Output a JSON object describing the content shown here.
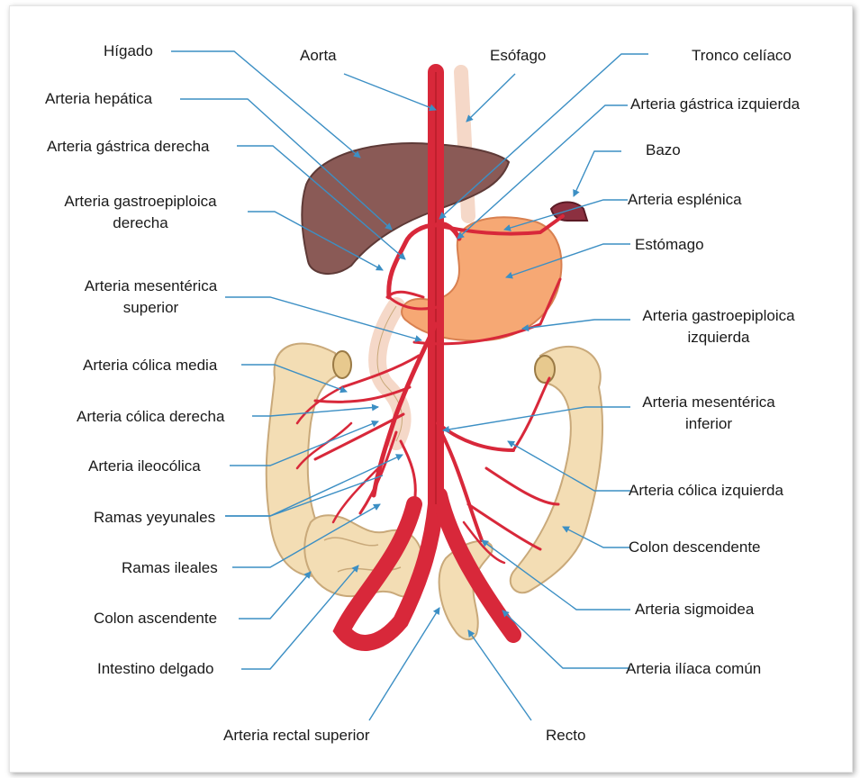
{
  "labels": {
    "higado": "Hígado",
    "aorta": "Aorta",
    "esofago": "Esófago",
    "tronco_celiaco": "Tronco celíaco",
    "arteria_hepatica": "Arteria hepática",
    "arteria_gastrica_izquierda": "Arteria gástrica izquierda",
    "arteria_gastrica_derecha": "Arteria gástrica derecha",
    "bazo": "Bazo",
    "arteria_gastroepiploica_derecha_1": "Arteria gastroepiploica",
    "arteria_gastroepiploica_derecha_2": "derecha",
    "arteria_esplenica": "Arteria esplénica",
    "estomago": "Estómago",
    "arteria_mesenterica_superior_1": "Arteria mesentérica",
    "arteria_mesenterica_superior_2": "superior",
    "arteria_gastroepiploica_izquierda_1": "Arteria gastroepiploica",
    "arteria_gastroepiploica_izquierda_2": "izquierda",
    "arteria_colica_media": "Arteria cólica media",
    "arteria_mesenterica_inferior_1": "Arteria mesentérica",
    "arteria_mesenterica_inferior_2": "inferior",
    "arteria_colica_derecha": "Arteria cólica derecha",
    "arteria_ileocolica": "Arteria ileocólica",
    "arteria_colica_izquierda": "Arteria cólica izquierda",
    "ramas_yeyunales": "Ramas yeyunales",
    "colon_descendente": "Colon descendente",
    "ramas_ileales": "Ramas ileales",
    "arteria_sigmoidea": "Arteria sigmoidea",
    "colon_ascendente": "Colon ascendente",
    "intestino_delgado": "Intestino delgado",
    "arteria_iliaca_comun": "Arteria ilíaca común",
    "arteria_rectal_superior": "Arteria rectal superior",
    "recto": "Recto"
  },
  "colors": {
    "artery": "#d8283a",
    "artery_dark": "#a3141f",
    "liver": "#8a5a56",
    "stomach": "#f6a874",
    "colon": "#f3ddb4",
    "colon_outline": "#c9a97a",
    "esophagus": "#f5d8c8",
    "leader": "#3c8fc4",
    "text": "#1a1a1a"
  }
}
